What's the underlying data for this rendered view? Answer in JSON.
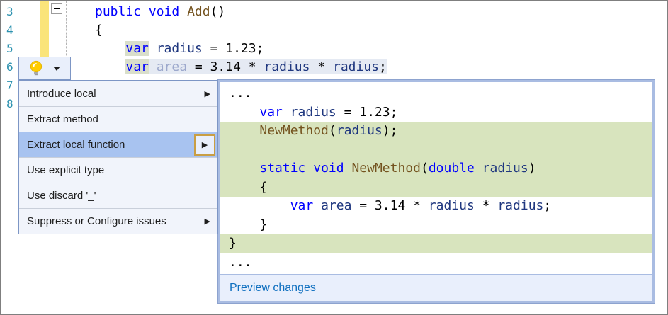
{
  "colors": {
    "added_line_bg": "#D8E4BE",
    "selection_bg": "#E5EAF3",
    "var_highlight_bg": "#D9DECB",
    "menu_highlight": "#A8C3F0",
    "link_blue": "#1070C0",
    "lightbulb_yellow": "#FFCC00"
  },
  "editor": {
    "line_numbers": [
      "3",
      "4",
      "5",
      "6",
      "7",
      "8"
    ],
    "lines": [
      {
        "tokens": [
          [
            "kw",
            "public"
          ],
          [
            "pl",
            " "
          ],
          [
            "kw",
            "void"
          ],
          [
            "pl",
            " "
          ],
          [
            "m",
            "Add"
          ],
          [
            "pl",
            "()"
          ]
        ]
      },
      {
        "tokens": [
          [
            "pl",
            "{"
          ]
        ]
      },
      {
        "tokens": [
          [
            "pl",
            "    "
          ],
          [
            "kwh",
            "var"
          ],
          [
            "pl",
            " "
          ],
          [
            "id",
            "radius"
          ],
          [
            "pl",
            " = 1.23;"
          ]
        ]
      },
      {
        "tokens": [
          [
            "pl",
            "    "
          ],
          [
            "kwh sel",
            "var"
          ],
          [
            "pl sel",
            " "
          ],
          [
            "fd sel",
            "area"
          ],
          [
            "pl sel",
            " = 3.14 * "
          ],
          [
            "id sel",
            "radius"
          ],
          [
            "pl sel",
            " * "
          ],
          [
            "id sel",
            "radius"
          ],
          [
            "pl sel",
            ";"
          ]
        ]
      }
    ]
  },
  "quick_actions": {
    "icon": "lightbulb-icon",
    "dropdown_icon": "chevron-down-icon"
  },
  "menu": {
    "items": [
      {
        "label": "Introduce local",
        "submenu": true,
        "highlighted": false
      },
      {
        "label": "Extract method",
        "submenu": false,
        "highlighted": false
      },
      {
        "label": "Extract local function",
        "submenu": true,
        "highlighted": true
      },
      {
        "label": "Use explicit type",
        "submenu": false,
        "highlighted": false
      },
      {
        "label": "Use discard '_'",
        "submenu": false,
        "highlighted": false
      },
      {
        "label": "Suppress or Configure issues",
        "submenu": true,
        "highlighted": false
      }
    ]
  },
  "preview": {
    "lines": [
      {
        "added": false,
        "tokens": [
          [
            "pl",
            "..."
          ]
        ]
      },
      {
        "added": false,
        "tokens": [
          [
            "pl",
            "    "
          ],
          [
            "kw",
            "var"
          ],
          [
            "pl",
            " "
          ],
          [
            "id",
            "radius"
          ],
          [
            "pl",
            " = 1.23;"
          ]
        ]
      },
      {
        "added": true,
        "tokens": [
          [
            "pl",
            "    "
          ],
          [
            "m",
            "NewMethod"
          ],
          [
            "pl",
            "("
          ],
          [
            "id",
            "radius"
          ],
          [
            "pl",
            ");"
          ]
        ]
      },
      {
        "added": true,
        "tokens": []
      },
      {
        "added": true,
        "tokens": [
          [
            "pl",
            "    "
          ],
          [
            "kw",
            "static"
          ],
          [
            "pl",
            " "
          ],
          [
            "kw",
            "void"
          ],
          [
            "pl",
            " "
          ],
          [
            "m",
            "NewMethod"
          ],
          [
            "pl",
            "("
          ],
          [
            "kw",
            "double"
          ],
          [
            "pl",
            " "
          ],
          [
            "id",
            "radius"
          ],
          [
            "pl",
            ")"
          ]
        ]
      },
      {
        "added": true,
        "tokens": [
          [
            "pl",
            "    {"
          ]
        ]
      },
      {
        "added": false,
        "tokens": [
          [
            "pl",
            "        "
          ],
          [
            "kw",
            "var"
          ],
          [
            "pl",
            " "
          ],
          [
            "id",
            "area"
          ],
          [
            "pl",
            " = 3.14 * "
          ],
          [
            "id",
            "radius"
          ],
          [
            "pl",
            " * "
          ],
          [
            "id",
            "radius"
          ],
          [
            "pl",
            ";"
          ]
        ]
      },
      {
        "added": false,
        "tokens": [
          [
            "pl",
            "    }"
          ]
        ]
      },
      {
        "added": true,
        "tokens": [
          [
            "pl",
            "}"
          ]
        ]
      },
      {
        "added": false,
        "tokens": [
          [
            "pl",
            "..."
          ]
        ]
      }
    ],
    "footer_label": "Preview changes"
  }
}
